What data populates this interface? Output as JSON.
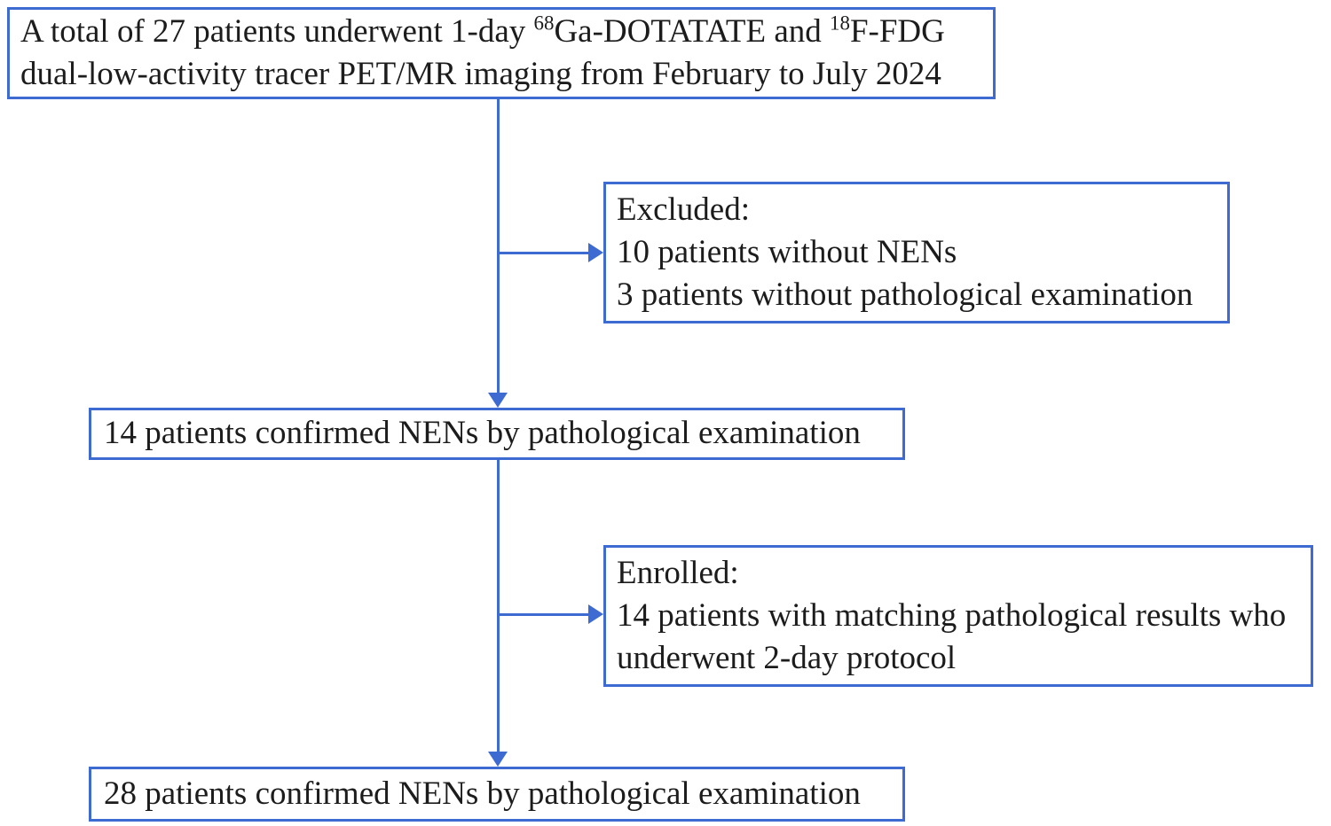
{
  "colors": {
    "accent": "#3D6BD1",
    "text": "#1C1C1C",
    "background": "#FFFFFF"
  },
  "flowchart": {
    "top_box": {
      "seg1": "A total of 27 patients underwent 1-day ",
      "sup1": "68",
      "seg2": "Ga-DOTATATE and ",
      "sup2": "18",
      "seg3": "F-FDG dual-low-activity tracer PET/MR imaging from February to July 2024"
    },
    "excluded_box": {
      "title": "Excluded:",
      "lines": [
        "10 patients without NENs",
        "3 patients without pathological examination"
      ]
    },
    "confirmed_box": {
      "text": "14 patients confirmed NENs by pathological examination"
    },
    "enrolled_box": {
      "title": "Enrolled:",
      "lines": [
        "14 patients with matching pathological results who underwent 2-day protocol"
      ]
    },
    "final_box": {
      "text": "28 patients confirmed NENs by pathological examination"
    }
  }
}
